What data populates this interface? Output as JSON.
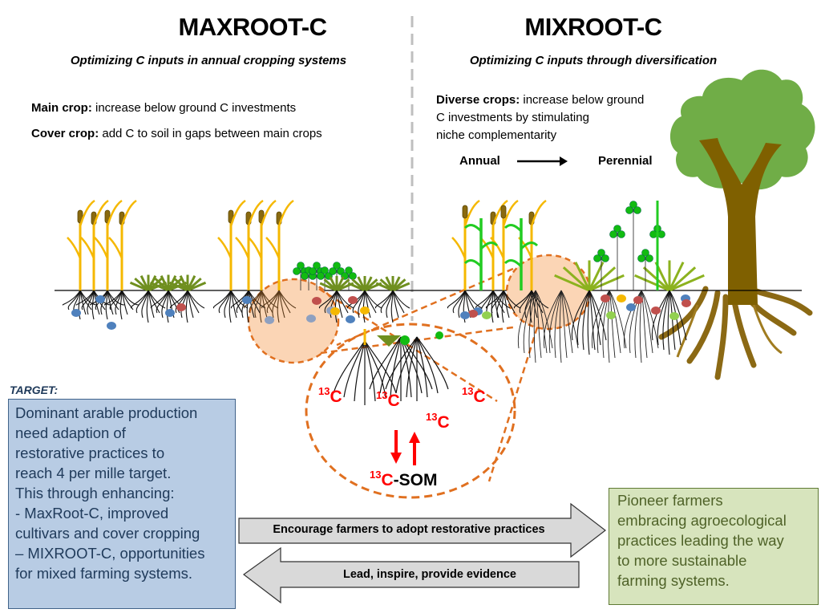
{
  "left_panel": {
    "title": "MAXROOT-C",
    "subtitle": "Optimizing C inputs in annual cropping systems",
    "lines": [
      {
        "label": "Main crop:",
        "text": " increase below ground C investments"
      },
      {
        "label": "Cover crop:",
        "text": " add C to soil in gaps between main crops"
      }
    ]
  },
  "right_panel": {
    "title": "MIXROOT-C",
    "subtitle": "Optimizing C inputs through diversification",
    "diverse_label": "Diverse crops:",
    "diverse_lines": [
      " increase below ground",
      "C investments by stimulating",
      "niche complementarity"
    ],
    "gradient_from": "Annual",
    "gradient_to": "Perennial"
  },
  "zoom_circle": {
    "isotope_labels": [
      "13",
      "13",
      "13",
      "13"
    ],
    "isotope_element": "C",
    "som_sup": "13",
    "som_c": "C",
    "som_rest": "-SOM"
  },
  "target": {
    "label": "TARGET:",
    "lines": [
      "Dominant arable production",
      "need adaption of",
      "restorative practices to",
      "reach 4 per mille target.",
      "This through enhancing:",
      "- MaxRoot-C, improved",
      "cultivars and cover cropping",
      "– MIXROOT-C, opportunities",
      "for mixed farming systems."
    ]
  },
  "arrows": {
    "right_label": "Encourage farmers to adopt restorative practices",
    "left_label": "Lead, inspire, provide evidence"
  },
  "pioneer": {
    "lines": [
      "Pioneer farmers",
      "embracing agroecological",
      "practices leading the way",
      "to more sustainable",
      "farming systems."
    ]
  },
  "colors": {
    "wheat": "#f5b800",
    "maize": "#22cc22",
    "clover": "#11bb11",
    "grass": "#6f8f1f",
    "tree_canopy": "#70ad47",
    "tree_trunk": "#7f6000",
    "zoom_dash": "#e07020",
    "zoom_fill": "#fbd5b5",
    "isotope": "#ff0000",
    "target_fill": "#b8cce4",
    "pioneer_fill": "#d7e4bd",
    "arrow_fill": "#d9d9d9",
    "divider": "#bfbfbf"
  }
}
